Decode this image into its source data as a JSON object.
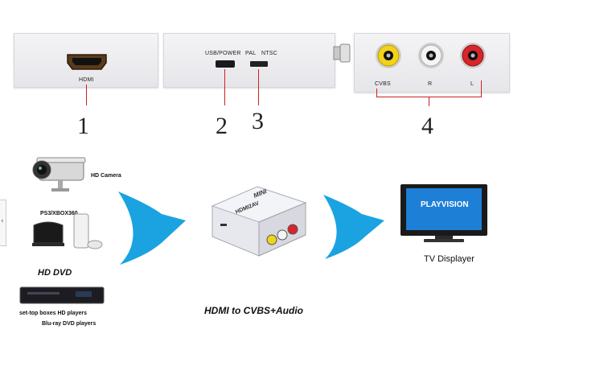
{
  "ports": {
    "hdmi_label": "HDMI",
    "usb_label": "USB/POWER",
    "pal_label": "PAL",
    "ntsc_label": "NTSC",
    "cvbs_label": "CVBS",
    "r_label": "R",
    "l_label": "L",
    "numbers": [
      "1",
      "2",
      "3",
      "4"
    ]
  },
  "sources": {
    "camera_label": "HD Camera",
    "console_label": "PS3/XBOX360",
    "hddvd_logo": "HD DVD",
    "player_label_1": "set-top boxes  HD players",
    "player_label_2": "Blu-ray DVD players"
  },
  "converter": {
    "mini_text": "MINI",
    "model_text": "HDMI2AV"
  },
  "tv": {
    "screen_text": "PLAYVISION",
    "label": "TV Displayer"
  },
  "caption": "HDMI to CVBS+Audio",
  "edge_tab_glyph": "‹",
  "colors": {
    "arrow": "#1aa3e0",
    "rca_yellow": "#f2d21a",
    "rca_white": "#f2f2f2",
    "rca_red": "#d8252b",
    "callout_line": "#cc2222",
    "tv_screen": "#1e7fd6"
  }
}
